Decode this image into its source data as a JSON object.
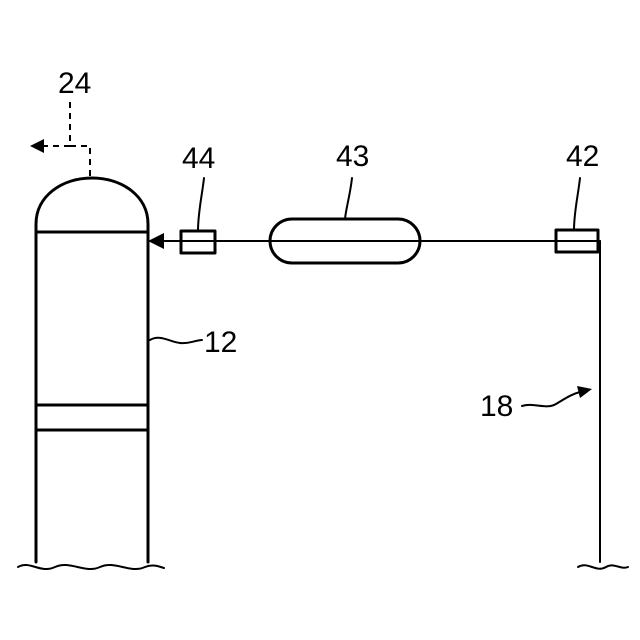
{
  "labels": {
    "vessel": "12",
    "line": "18",
    "vent": "24",
    "right_box": "42",
    "capsule": "43",
    "left_box": "44"
  }
}
